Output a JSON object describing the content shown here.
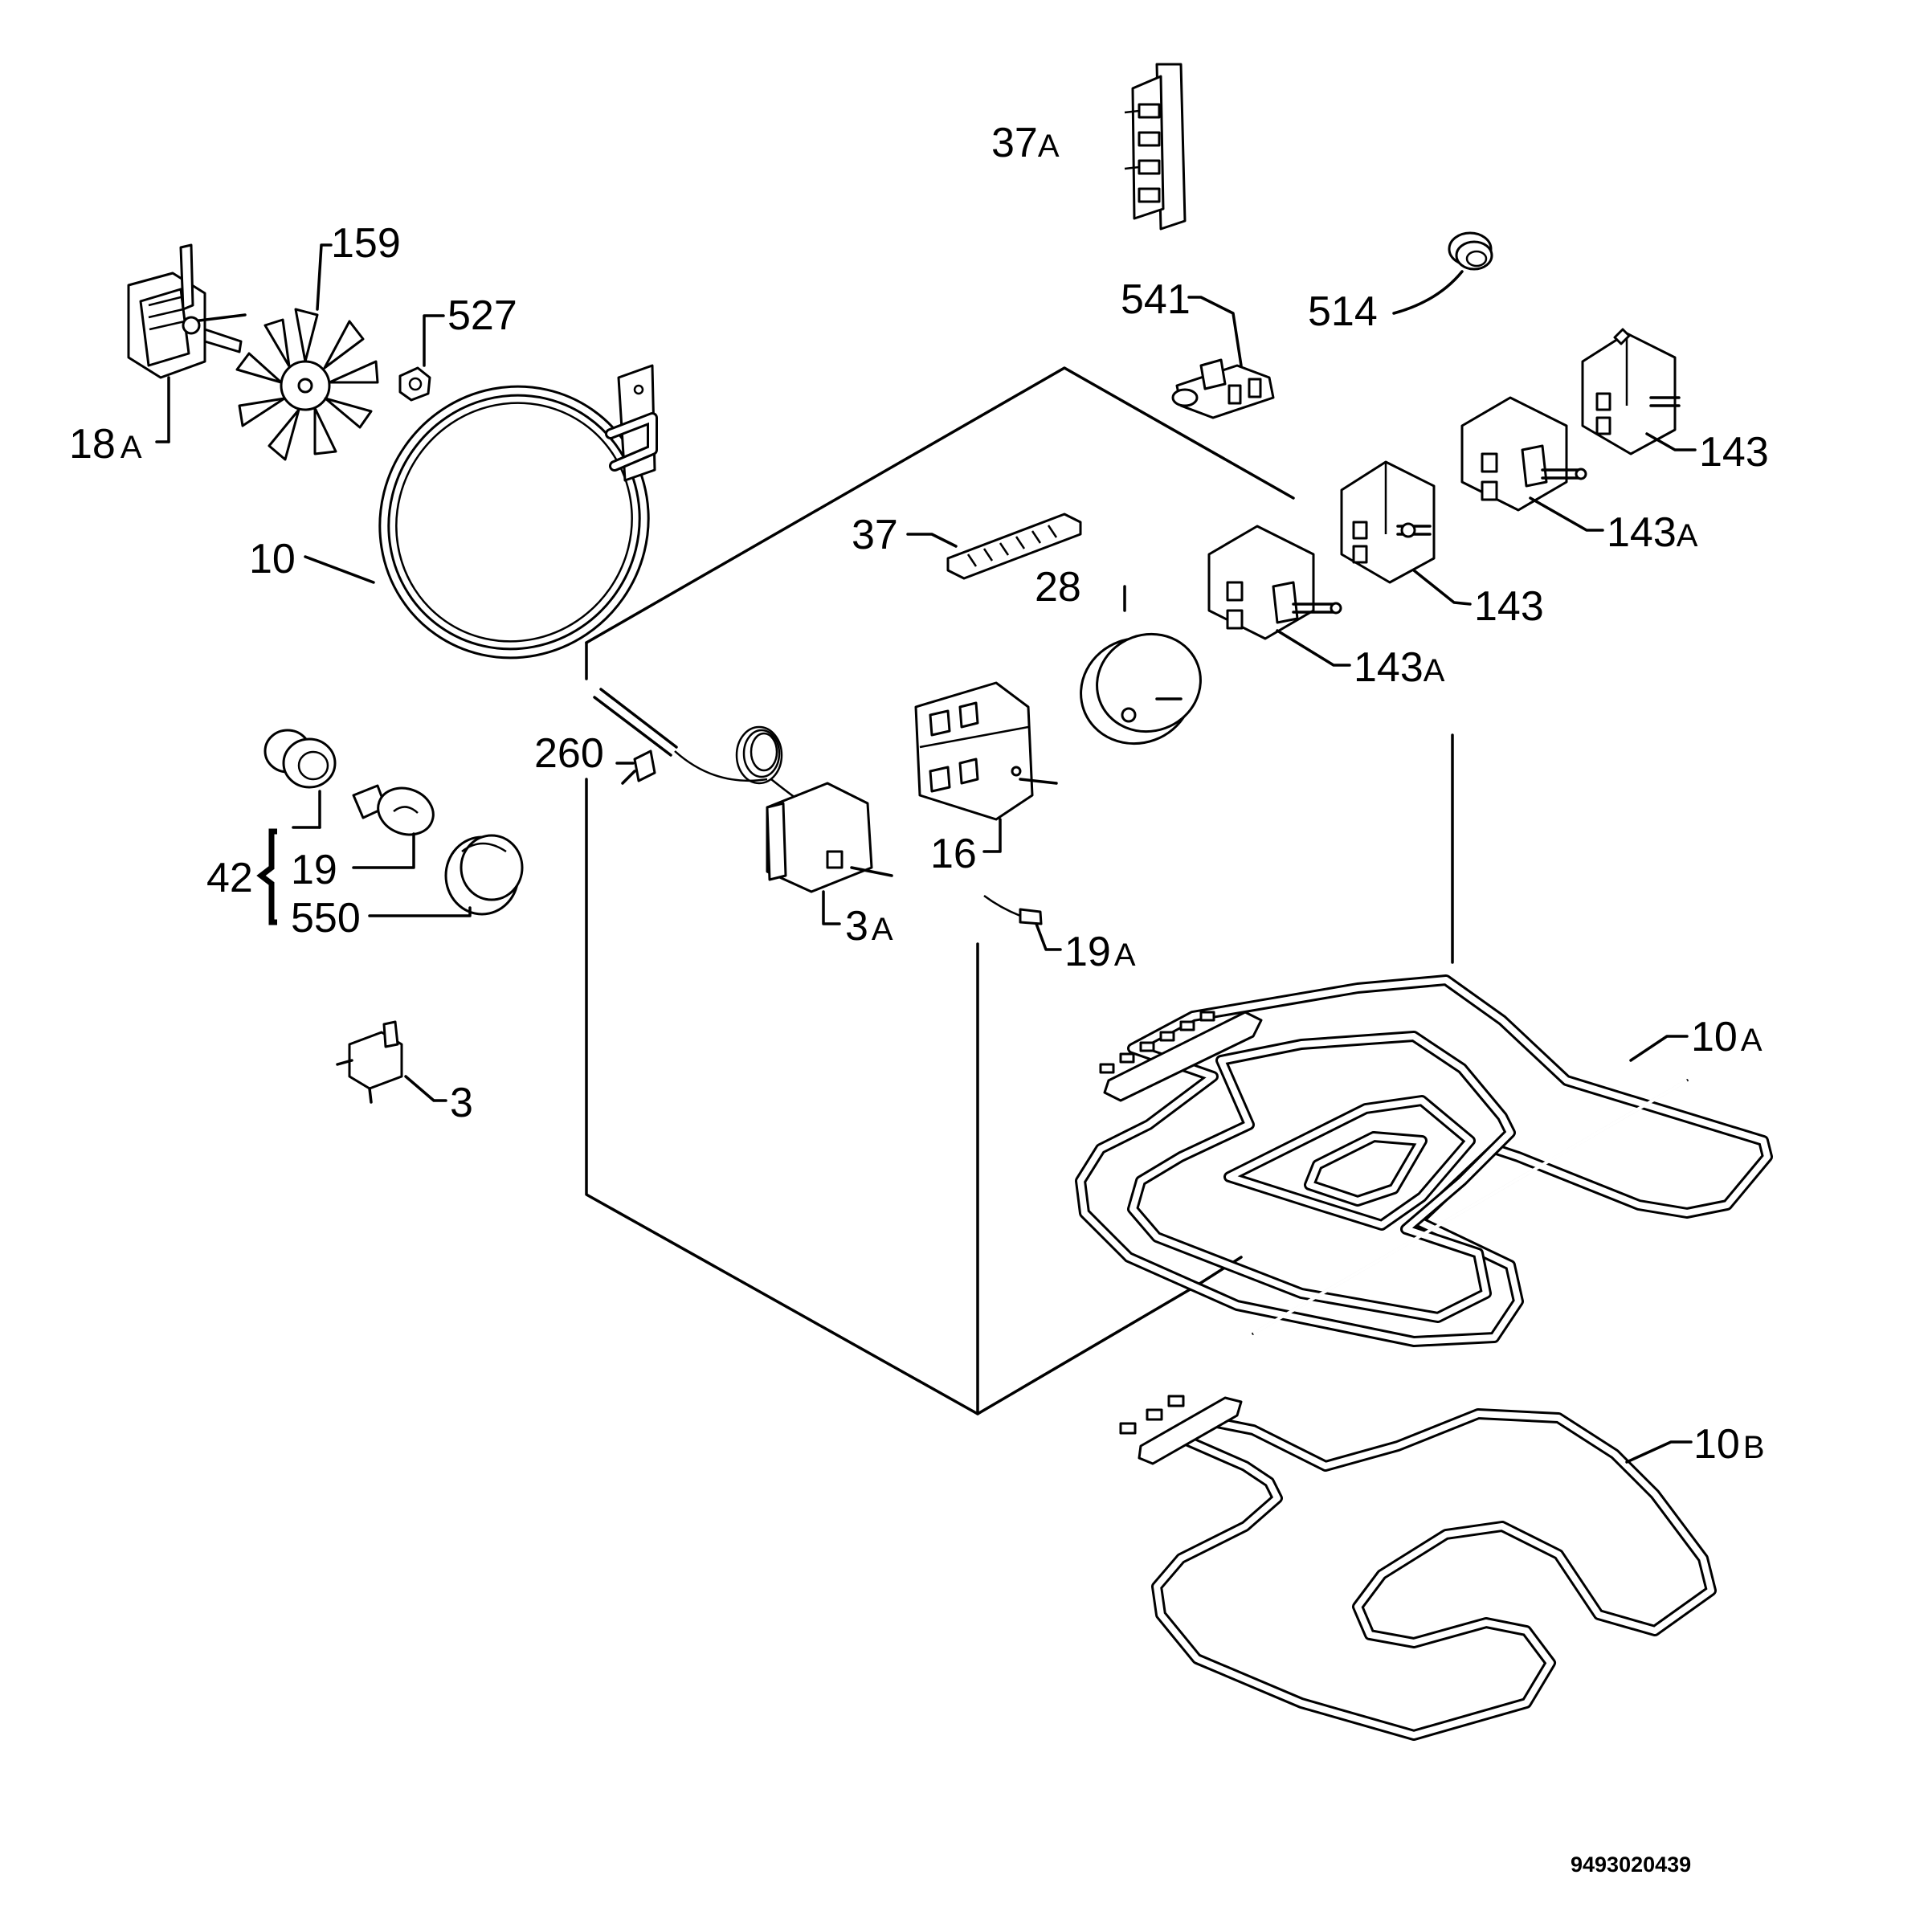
{
  "diagram": {
    "document_number": "9493020439",
    "callouts": [
      {
        "id": "37A",
        "num": "37",
        "suffix": "A"
      },
      {
        "id": "159",
        "num": "159",
        "suffix": ""
      },
      {
        "id": "527",
        "num": "527",
        "suffix": ""
      },
      {
        "id": "18A",
        "num": "18",
        "suffix": "A"
      },
      {
        "id": "541",
        "num": "541",
        "suffix": ""
      },
      {
        "id": "514",
        "num": "514",
        "suffix": ""
      },
      {
        "id": "10",
        "num": "10",
        "suffix": ""
      },
      {
        "id": "143-top",
        "num": "143",
        "suffix": ""
      },
      {
        "id": "143A-upper",
        "num": "143",
        "suffix": "A"
      },
      {
        "id": "37",
        "num": "37",
        "suffix": ""
      },
      {
        "id": "28",
        "num": "28",
        "suffix": ""
      },
      {
        "id": "143-mid",
        "num": "143",
        "suffix": ""
      },
      {
        "id": "143A-lower",
        "num": "143",
        "suffix": "A"
      },
      {
        "id": "260",
        "num": "260",
        "suffix": ""
      },
      {
        "id": "16",
        "num": "16",
        "suffix": ""
      },
      {
        "id": "42",
        "num": "42",
        "suffix": ""
      },
      {
        "id": "19",
        "num": "19",
        "suffix": ""
      },
      {
        "id": "550",
        "num": "550",
        "suffix": ""
      },
      {
        "id": "3A",
        "num": "3",
        "suffix": "A"
      },
      {
        "id": "19A",
        "num": "19",
        "suffix": "A"
      },
      {
        "id": "10A",
        "num": "10",
        "suffix": "A"
      },
      {
        "id": "3",
        "num": "3",
        "suffix": ""
      },
      {
        "id": "10B",
        "num": "10",
        "suffix": "B"
      }
    ]
  }
}
